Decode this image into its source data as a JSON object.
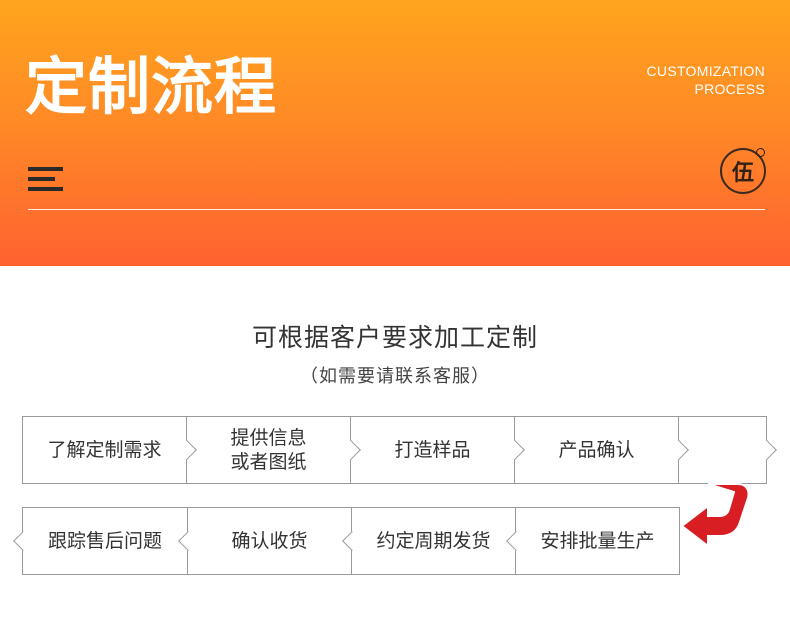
{
  "banner": {
    "title": "定制流程",
    "english_title_line1": "CUSTOMIZATION",
    "english_title_line2": "PROCESS",
    "seal_text": "伍",
    "gradient_top": "#ffa51d",
    "gradient_bottom": "#ff6230"
  },
  "intro": {
    "headline": "可根据客户要求加工定制",
    "note": "（如需要请联系客服）"
  },
  "steps_row1": [
    {
      "label": "了解定制需求"
    },
    {
      "label_line1": "提供信息",
      "label_line2": "或者图纸"
    },
    {
      "label": "打造样品"
    },
    {
      "label": "产品确认"
    },
    {
      "label": ""
    }
  ],
  "steps_row2": [
    {
      "label": "跟踪售后问题"
    },
    {
      "label": "确认收货"
    },
    {
      "label": "约定周期发货"
    },
    {
      "label": "安排批量生产"
    }
  ],
  "colors": {
    "arrow": "#d81e22",
    "border": "#9a9a9a"
  },
  "icons": [
    "menu-icon",
    "seal-icon",
    "turn-arrow-icon",
    "chevron-right-icon",
    "chevron-left-icon"
  ]
}
